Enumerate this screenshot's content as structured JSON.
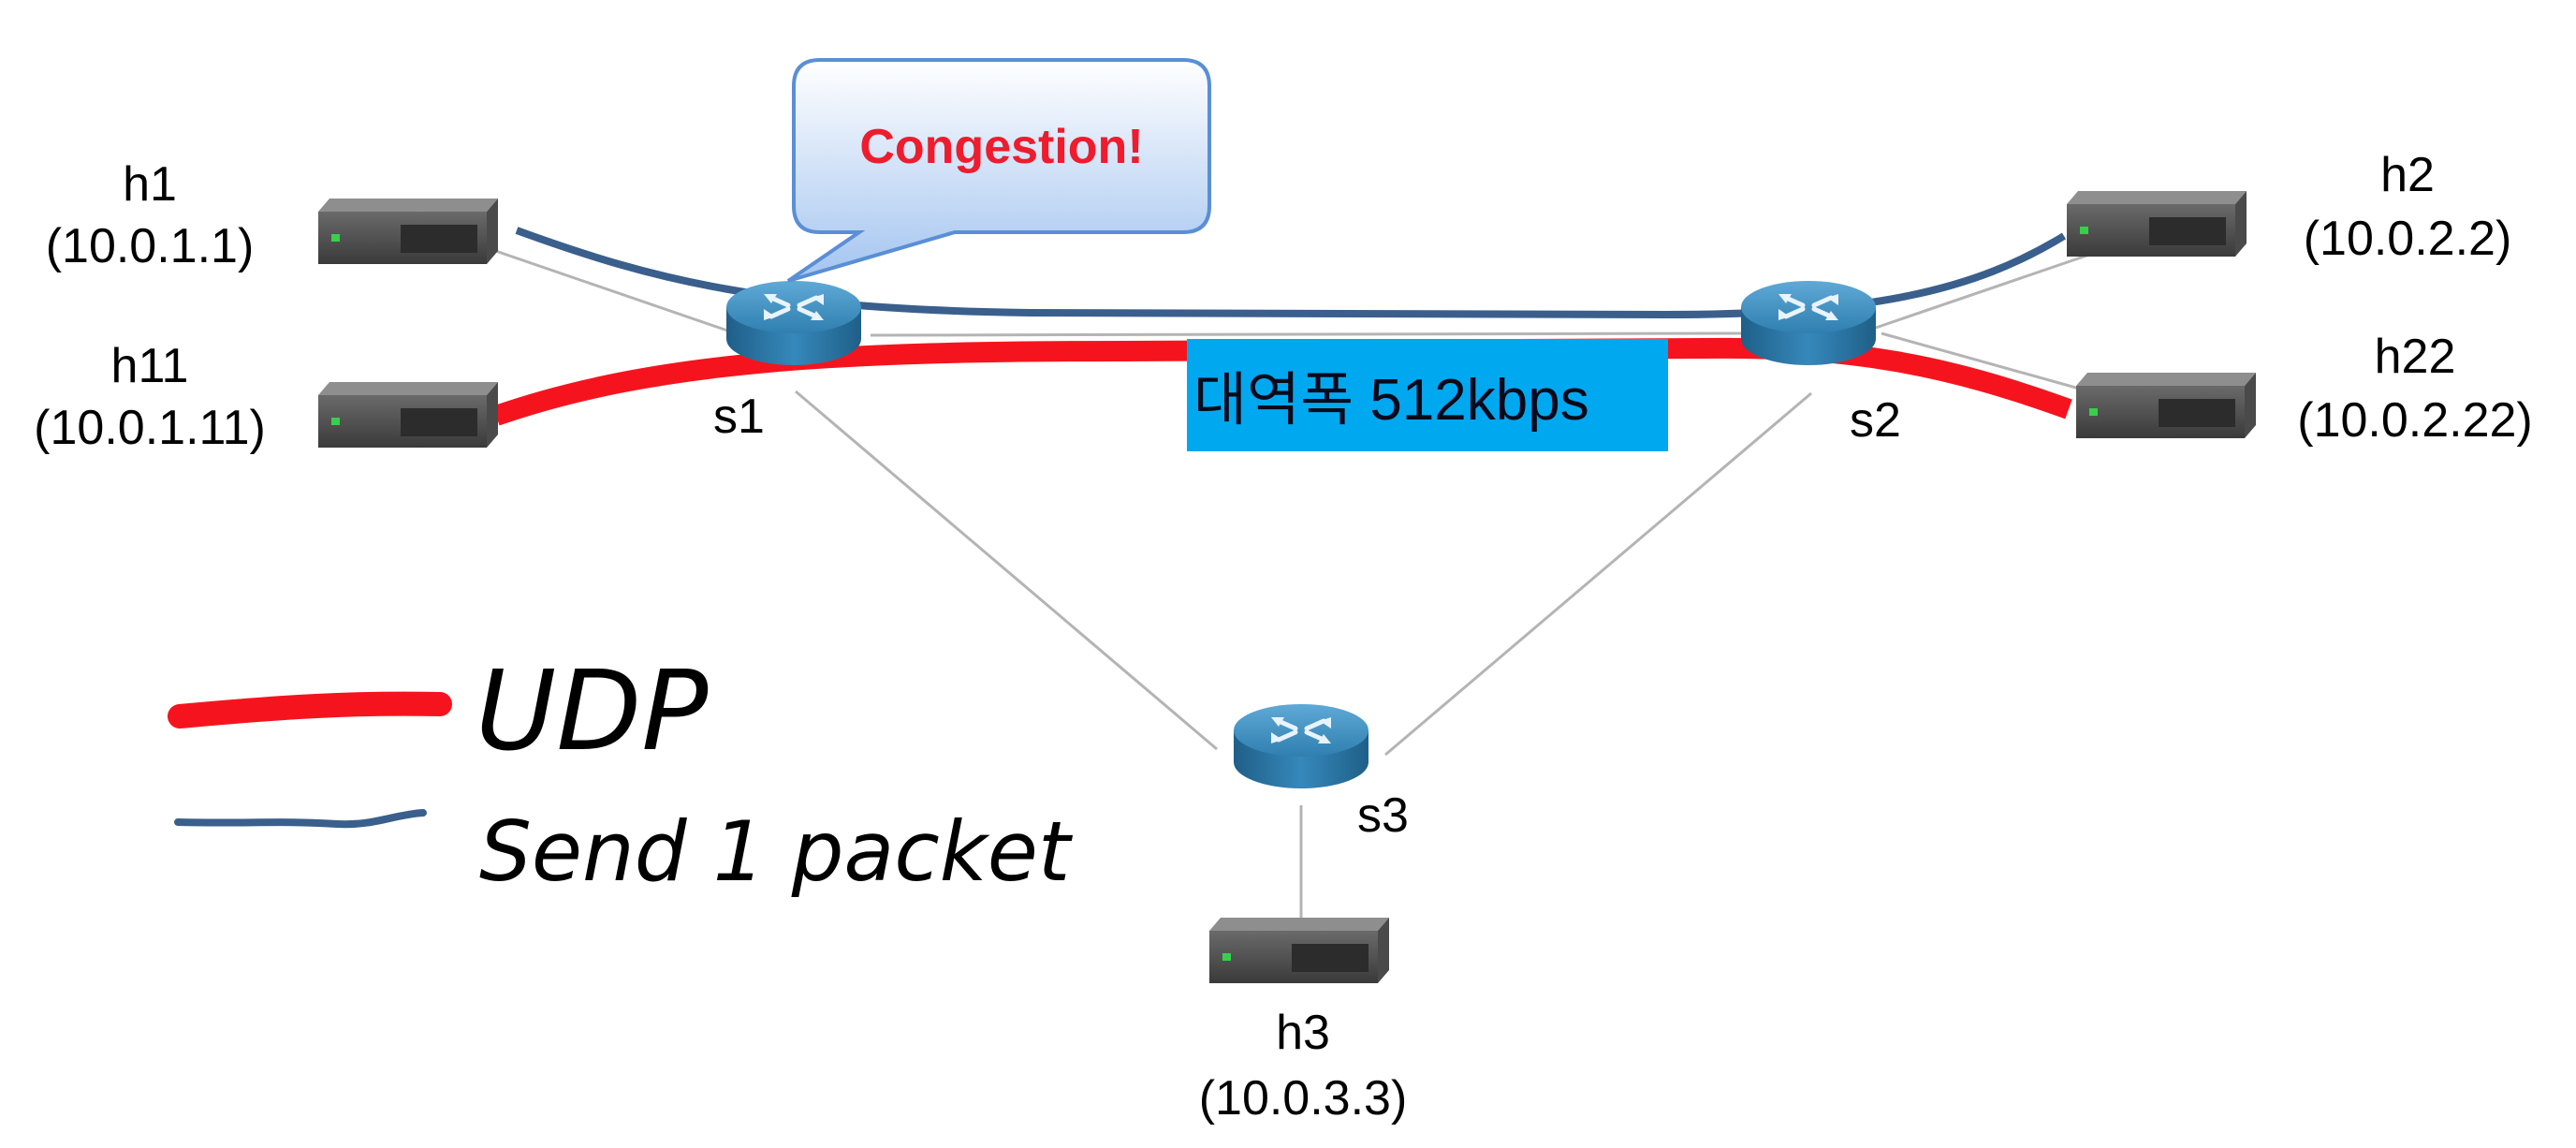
{
  "hosts": [
    {
      "id": "h1",
      "name": "h1",
      "ip": "(10.0.1.1)"
    },
    {
      "id": "h11",
      "name": "h11",
      "ip": "(10.0.1.11)"
    },
    {
      "id": "h2",
      "name": "h2",
      "ip": "(10.0.2.2)"
    },
    {
      "id": "h22",
      "name": "h22",
      "ip": "(10.0.2.22)"
    },
    {
      "id": "h3",
      "name": "h3",
      "ip": "(10.0.3.3)"
    }
  ],
  "switches": [
    {
      "id": "s1",
      "name": "s1"
    },
    {
      "id": "s2",
      "name": "s2"
    },
    {
      "id": "s3",
      "name": "s3"
    }
  ],
  "callout": {
    "text": "Congestion!"
  },
  "bandwidth": {
    "text": "대역폭 512kbps"
  },
  "legend": {
    "udp": {
      "label": "UDP",
      "color": "#f5141e"
    },
    "send": {
      "label": "Send 1 packet",
      "color": "#3a5f8c"
    }
  },
  "colors": {
    "link": "#b4b4b4",
    "callout_fill_top": "#ffffff",
    "callout_fill_bottom": "#a9c9f2",
    "callout_border": "#5a8fd6",
    "bandwidth_box": "#00a8f0",
    "switch": "#2f7fb0"
  }
}
